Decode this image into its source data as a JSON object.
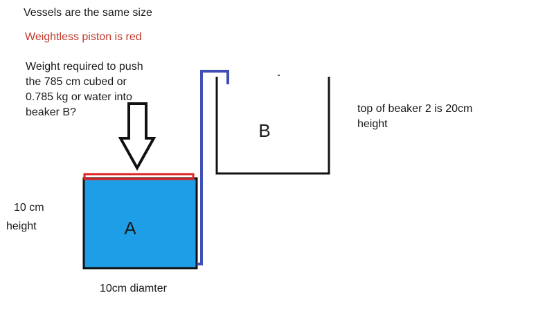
{
  "notes": {
    "line1": "Vessels are the same size",
    "line2": "Weightless piston is red",
    "question": [
      "Weight required to push",
      "the 785 cm cubed or",
      "0.785 kg or water into",
      "beaker B?"
    ],
    "beaker_b_note": [
      "top of beaker 2 is 20cm",
      "height"
    ],
    "height_label": [
      "10 cm",
      "height"
    ],
    "diameter_label": "10cm diamter"
  },
  "vessels": {
    "a_label": "A",
    "b_label": "B"
  },
  "colors": {
    "water": "#1f9ee8",
    "piston": "#e02424",
    "tube": "#3f4fb5",
    "outline": "#111111",
    "red_text": "#c0392b"
  }
}
